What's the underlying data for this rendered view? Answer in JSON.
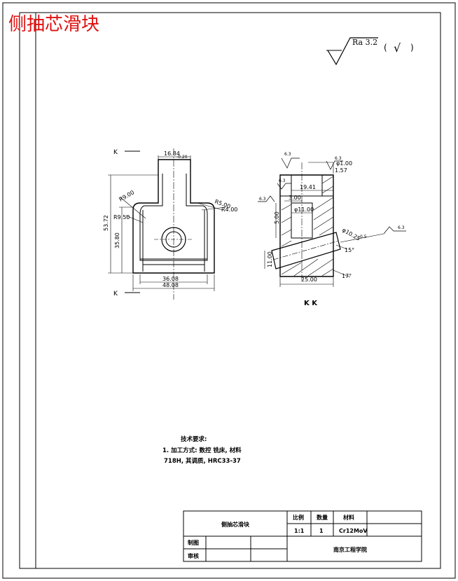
{
  "title_overlay": "侧抽芯滑块",
  "surface_finish": {
    "label": "Ra 3.2",
    "others": "(",
    "check": "√",
    "close": ")"
  },
  "front_view": {
    "section_label_top": "K",
    "section_label_bottom": "K",
    "dims": {
      "top_width": "16.84",
      "top_tol": "-0.20",
      "height_total": "53.72",
      "height_lower": "35.80",
      "r1": "R9.00",
      "r2": "R9.50",
      "r3": "R5.00",
      "r4": "R4.00",
      "inner_width": "36.08",
      "outer_width": "48.08"
    }
  },
  "section_view": {
    "label": "K K",
    "dims": {
      "d1": "19.41",
      "d2": "3.00",
      "d3": "5.00",
      "d4": "φ11.00",
      "d5": "11.00",
      "d6": "25.00",
      "d7": "1.57",
      "d8": "φ1.00",
      "d9": "φ10.25",
      "d10": "0.5",
      "ang1": "15°",
      "ang2": "17°"
    },
    "finish_marks": [
      "6.3",
      "6.3",
      "6.3",
      "6.3",
      "6.3"
    ]
  },
  "tech_req": {
    "heading": "技术要求:",
    "line1": "1. 加工方式: 数控 铣床, 材料",
    "line2": "718H, 其调质, HRC33-37"
  },
  "title_block": {
    "part_name": "侧抽芯滑块",
    "col_scale": "比例",
    "col_qty": "数量",
    "col_material": "材料",
    "scale": "1:1",
    "qty": "1",
    "material": "Cr12MoV",
    "row_draw": "制图",
    "row_check": "审核",
    "school": "南京工程学院"
  }
}
